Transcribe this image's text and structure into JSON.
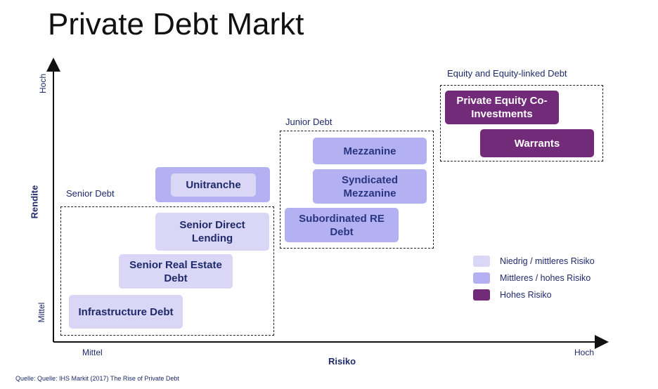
{
  "title": "Private Debt Markt",
  "axes": {
    "y_label": "Rendite",
    "y_low": "Mittel",
    "y_high": "Hoch",
    "x_label": "Risiko",
    "x_low": "Mittel",
    "x_high": "Hoch"
  },
  "groups": {
    "senior": "Senior Debt",
    "junior": "Junior Debt",
    "equity": "Equity and Equity-linked Debt"
  },
  "boxes": {
    "unitranche": "Unitranche",
    "senior_direct_lending": "Senior Direct Lending",
    "senior_real_estate": "Senior Real Estate Debt",
    "infrastructure": "Infrastructure Debt",
    "mezzanine": "Mezzanine",
    "syndicated_mezzanine": "Syndicated Mezzanine",
    "subordinated_re": "Subordinated RE Debt",
    "private_equity_co": "Private Equity Co-Investments",
    "warrants": "Warrants"
  },
  "legend": [
    {
      "label": "Niedrig / mittleres Risiko",
      "color": "#d9d6f6"
    },
    {
      "label": "Mittleres / hohes Risiko",
      "color": "#b3b1f1"
    },
    {
      "label": "Hohes Risiko",
      "color": "#722b78"
    }
  ],
  "source": "Quelle: Quelle: IHS Markit (2017) The Rise of Private Debt"
}
